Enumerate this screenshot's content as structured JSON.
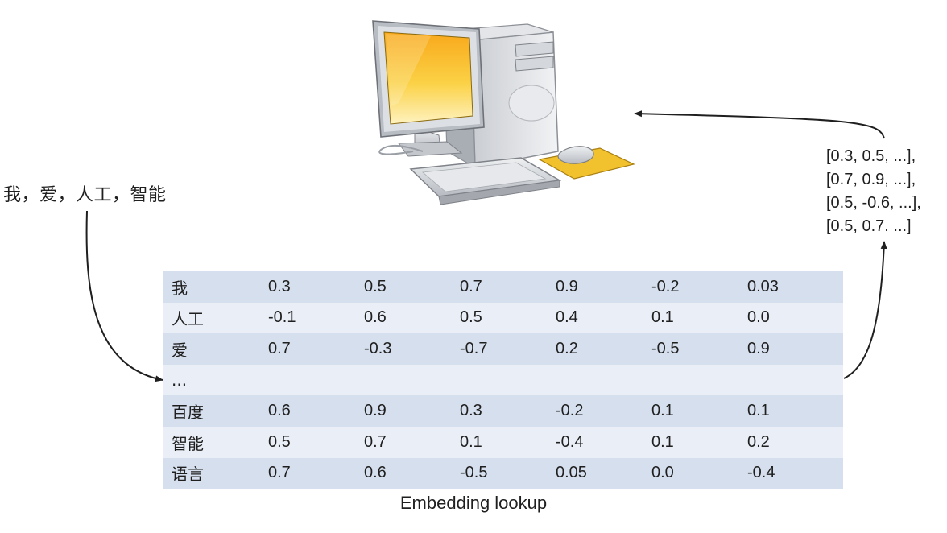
{
  "tokens_text": "我，爱，人工，智能",
  "vectors": [
    "[0.3, 0.5, ...],",
    "[0.7, 0.9, ...],",
    "[0.5, -0.6, ...],",
    "[0.5, 0.7. ...]"
  ],
  "table": {
    "rows": [
      {
        "word": "我",
        "values": [
          "0.3",
          "0.5",
          "0.7",
          "0.9",
          "-0.2",
          "0.03"
        ]
      },
      {
        "word": "人工",
        "values": [
          "-0.1",
          "0.6",
          "0.5",
          "0.4",
          "0.1",
          "0.0"
        ]
      },
      {
        "word": "爱",
        "values": [
          "0.7",
          "-0.3",
          "-0.7",
          "0.2",
          "-0.5",
          "0.9"
        ]
      },
      {
        "word": "...",
        "values": [
          "",
          "",
          "",
          "",
          "",
          ""
        ]
      },
      {
        "word": "百度",
        "values": [
          "0.6",
          "0.9",
          "0.3",
          "-0.2",
          "0.1",
          "0.1"
        ]
      },
      {
        "word": "智能",
        "values": [
          "0.5",
          "0.7",
          "0.1",
          "-0.4",
          "0.1",
          "0.2"
        ]
      },
      {
        "word": "语言",
        "values": [
          "0.7",
          "0.6",
          "-0.5",
          "0.05",
          "0.0",
          "-0.4"
        ]
      }
    ]
  },
  "caption": "Embedding lookup",
  "icons": {
    "computer": "desktop-computer-icon"
  },
  "colors": {
    "row_dark": "#d6dfee",
    "row_light": "#e9eef7",
    "monitor_screen": "#f6c328",
    "mousepad": "#f2c12e"
  }
}
